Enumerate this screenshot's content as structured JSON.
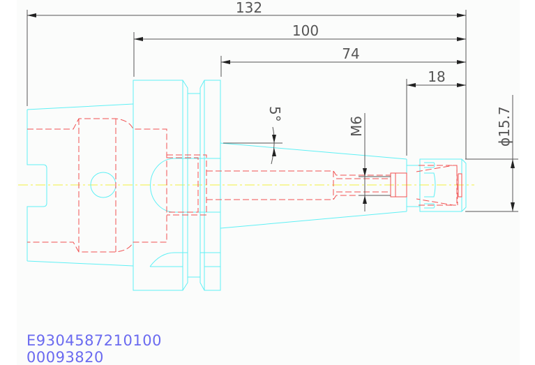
{
  "drawing": {
    "dimensions": {
      "overall_length": "132",
      "gauge_length": "100",
      "taper_length": "74",
      "nut_length": "18",
      "thread": "M6",
      "taper_angle": "5°",
      "nut_diameter": "ϕ15.7"
    },
    "part_number": "E9304587210100",
    "order_code": "00093820",
    "colors": {
      "outline": "#5ff0f5",
      "hidden": "#f05050",
      "centerline": "#f0f040",
      "dimension": "#555555",
      "code_text": "#6a6af0"
    }
  }
}
